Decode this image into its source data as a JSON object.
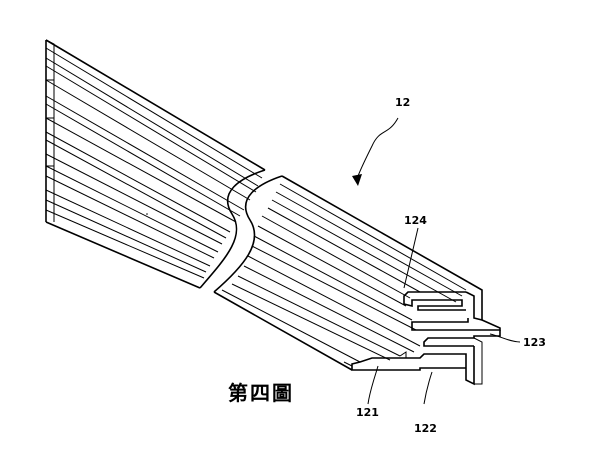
{
  "figure": {
    "caption": "第四圖",
    "labels": {
      "part": "12",
      "l124": "124",
      "l123": "123",
      "l121": "121",
      "l122": "122"
    }
  }
}
